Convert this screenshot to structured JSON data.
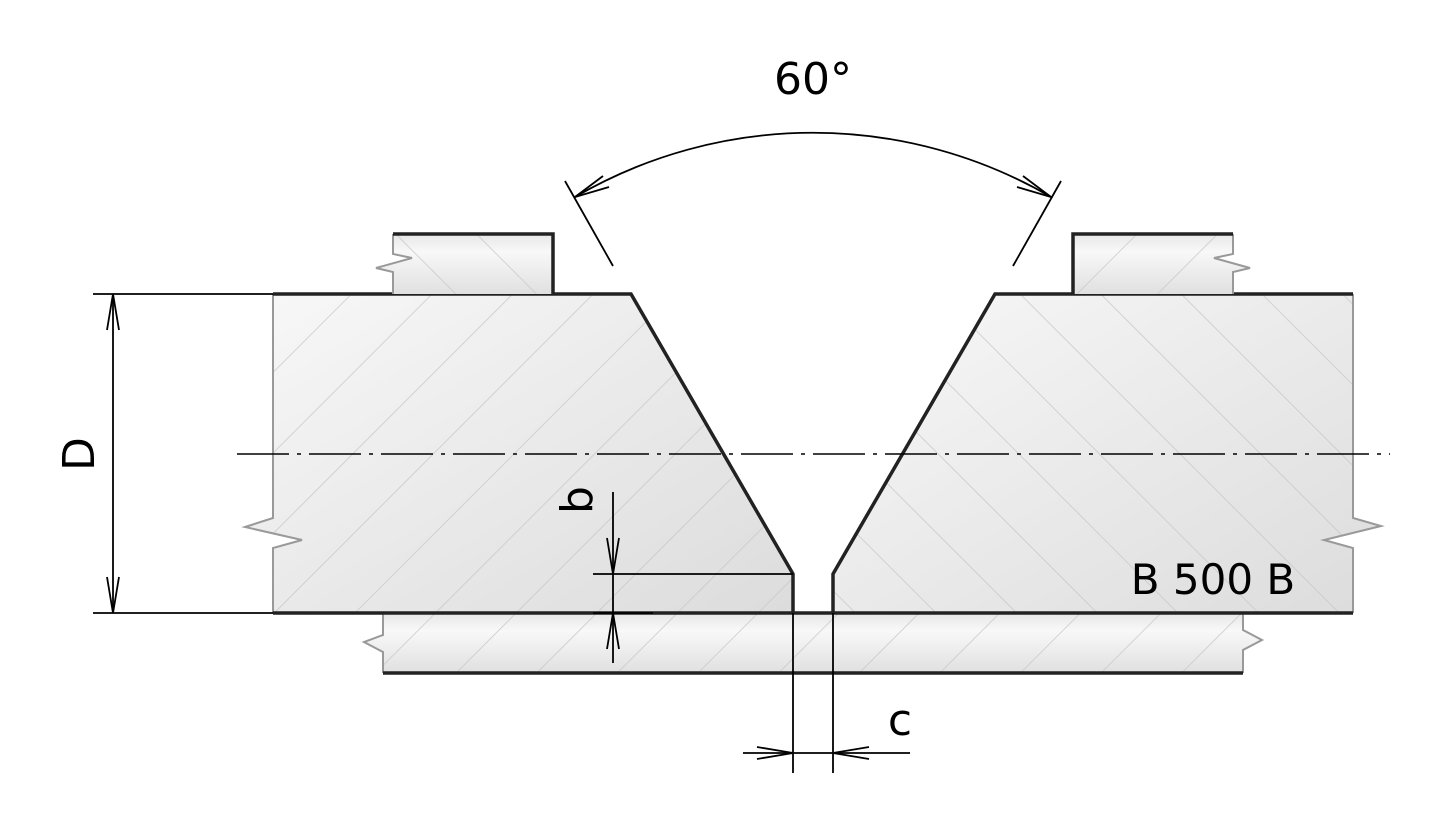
{
  "labels": {
    "angle": "60°",
    "thickness": "D",
    "root_face": "b",
    "root_gap": "c",
    "designation": "B 500 B"
  },
  "colors": {
    "outline": "#222222",
    "hatch": "#cccccc",
    "fill_light": "#f7f7f7",
    "fill_dark": "#dedede"
  }
}
